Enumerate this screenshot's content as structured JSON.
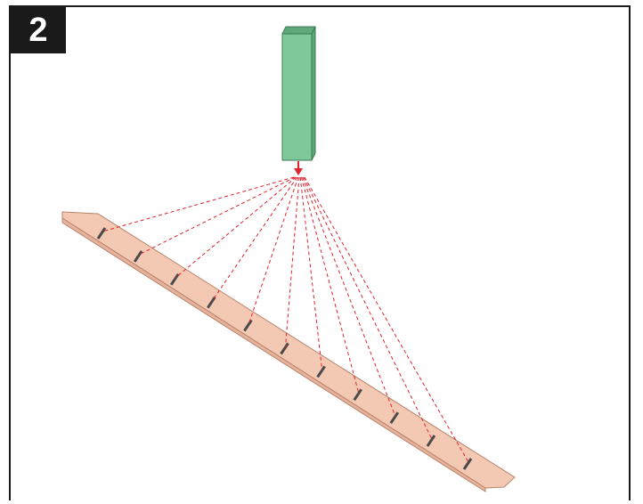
{
  "step": {
    "number": "2"
  },
  "diagram": {
    "source_block_color": "#7fc89a",
    "source_block_side_color": "#5fa87a",
    "arrow_color": "#e0242c",
    "strip_color": "#f4c9b4",
    "strip_edge_color": "#e8b39c",
    "notch_color": "#4a4a4a",
    "ray_color": "#e0242c",
    "notch_count": 11,
    "icons": [
      "step-number-badge",
      "source-block",
      "down-arrow",
      "target-strip",
      "notch-marks",
      "dashed-rays"
    ]
  }
}
